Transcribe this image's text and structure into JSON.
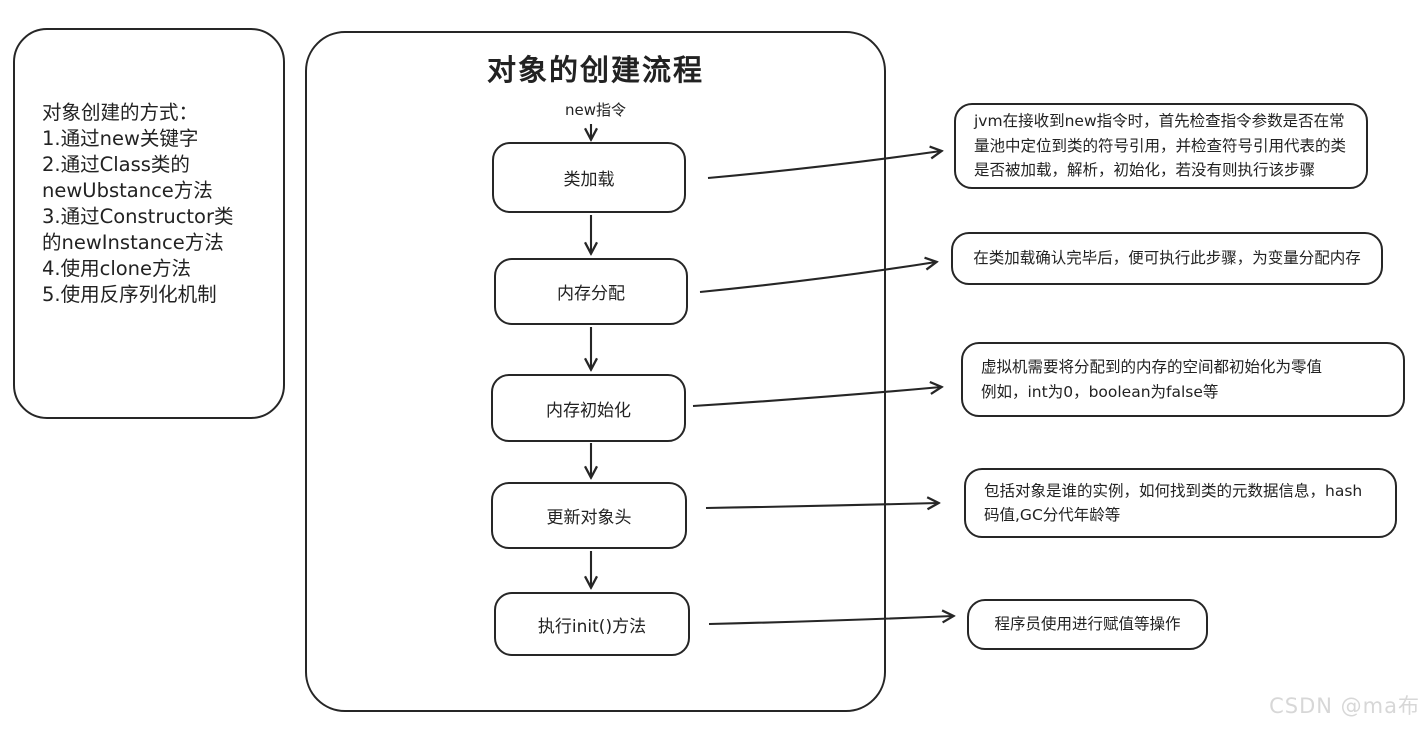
{
  "page": {
    "background": "#ffffff",
    "stroke_color": "#262626",
    "watermark": "CSDN @ma布"
  },
  "methods_box": {
    "lines": [
      "对象创建的方式：",
      "1.通过new关键字",
      "2.通过Class类的",
      "newUbstance方法",
      "3.通过Constructor类",
      "的newInstance方法",
      "4.使用clone方法",
      "5.使用反序列化机制"
    ]
  },
  "flow": {
    "title": "对象的创建流程",
    "start_label": "new指令",
    "steps": [
      {
        "label": "类加载"
      },
      {
        "label": "内存分配"
      },
      {
        "label": "内存初始化"
      },
      {
        "label": "更新对象头"
      },
      {
        "label": "执行init()方法"
      }
    ]
  },
  "annotations": [
    {
      "text": "jvm在接收到new指令时，首先检查指令参数是否在常量池中定位到类的符号引用，并检查符号引用代表的类是否被加载，解析，初始化，若没有则执行该步骤"
    },
    {
      "text": "在类加载确认完毕后，便可执行此步骤，为变量分配内存"
    },
    {
      "text": "虚拟机需要将分配到的内存的空间都初始化为零值\n例如，int为0，boolean为false等"
    },
    {
      "text": "包括对象是谁的实例，如何找到类的元数据信息，hash码值,GC分代年龄等"
    },
    {
      "text": "程序员使用进行赋值等操作"
    }
  ]
}
